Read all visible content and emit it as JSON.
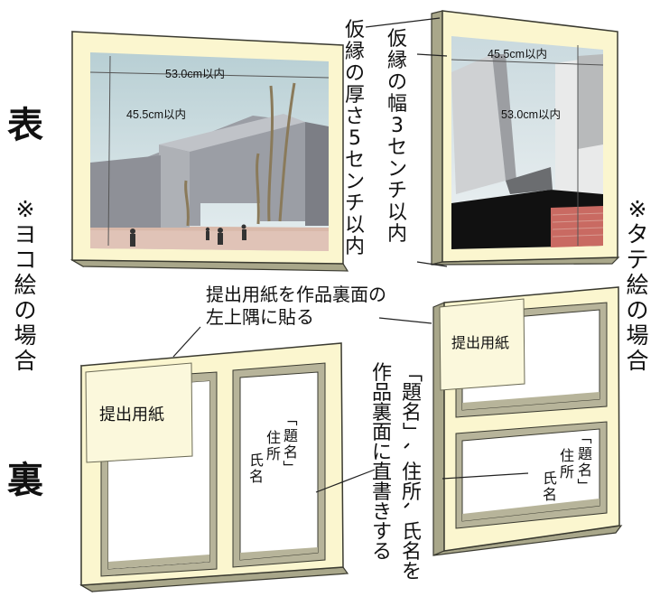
{
  "side_labels": {
    "front": "表",
    "back": "裏",
    "yoko": "※ヨコ絵の場合",
    "tate": "※タテ絵の場合"
  },
  "front_landscape": {
    "width_label": "53.0cm以内",
    "height_label": "45.5cm以内"
  },
  "front_portrait": {
    "width_label": "45.5cm以内",
    "height_label": "53.0cm以内"
  },
  "notes": {
    "frame_thickness": "仮縁の厚さ5センチ以内",
    "frame_width": "仮縁の幅3センチ以内",
    "paper_line1": "提出用紙を作品裏面の",
    "paper_line2": "左上隅に貼る",
    "write_direct_col1": "「題名」、住所、氏名を",
    "write_direct_col2": "作品裏面に直書きする"
  },
  "back_landscape": {
    "paper_label": "提出用紙",
    "title_label": "「題名」",
    "address_label": "住所",
    "name_label": "氏名"
  },
  "back_portrait": {
    "paper_label": "提出用紙",
    "title_label": "「題名」",
    "address_label": "住所",
    "name_label": "氏名"
  },
  "colors": {
    "frame": "#fbf6cf",
    "frame_side": "#a9a78a",
    "sky": "#b9cfd6"
  }
}
